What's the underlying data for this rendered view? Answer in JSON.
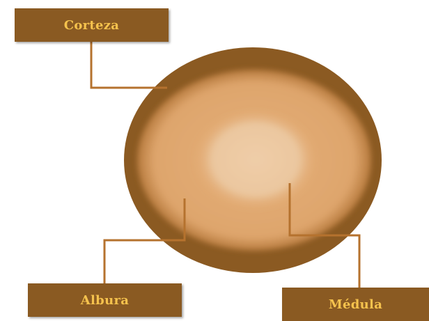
{
  "labels": {
    "corteza": "Corteza",
    "albura": "Albura",
    "medula": "Médula"
  },
  "colors": {
    "bark": "#8b5a22",
    "sapwood": "#e2ab74",
    "pith": "#ecc8a2",
    "label_box": "#8a5a22",
    "label_text": "#f5c24d",
    "connector": "#b5722e"
  }
}
